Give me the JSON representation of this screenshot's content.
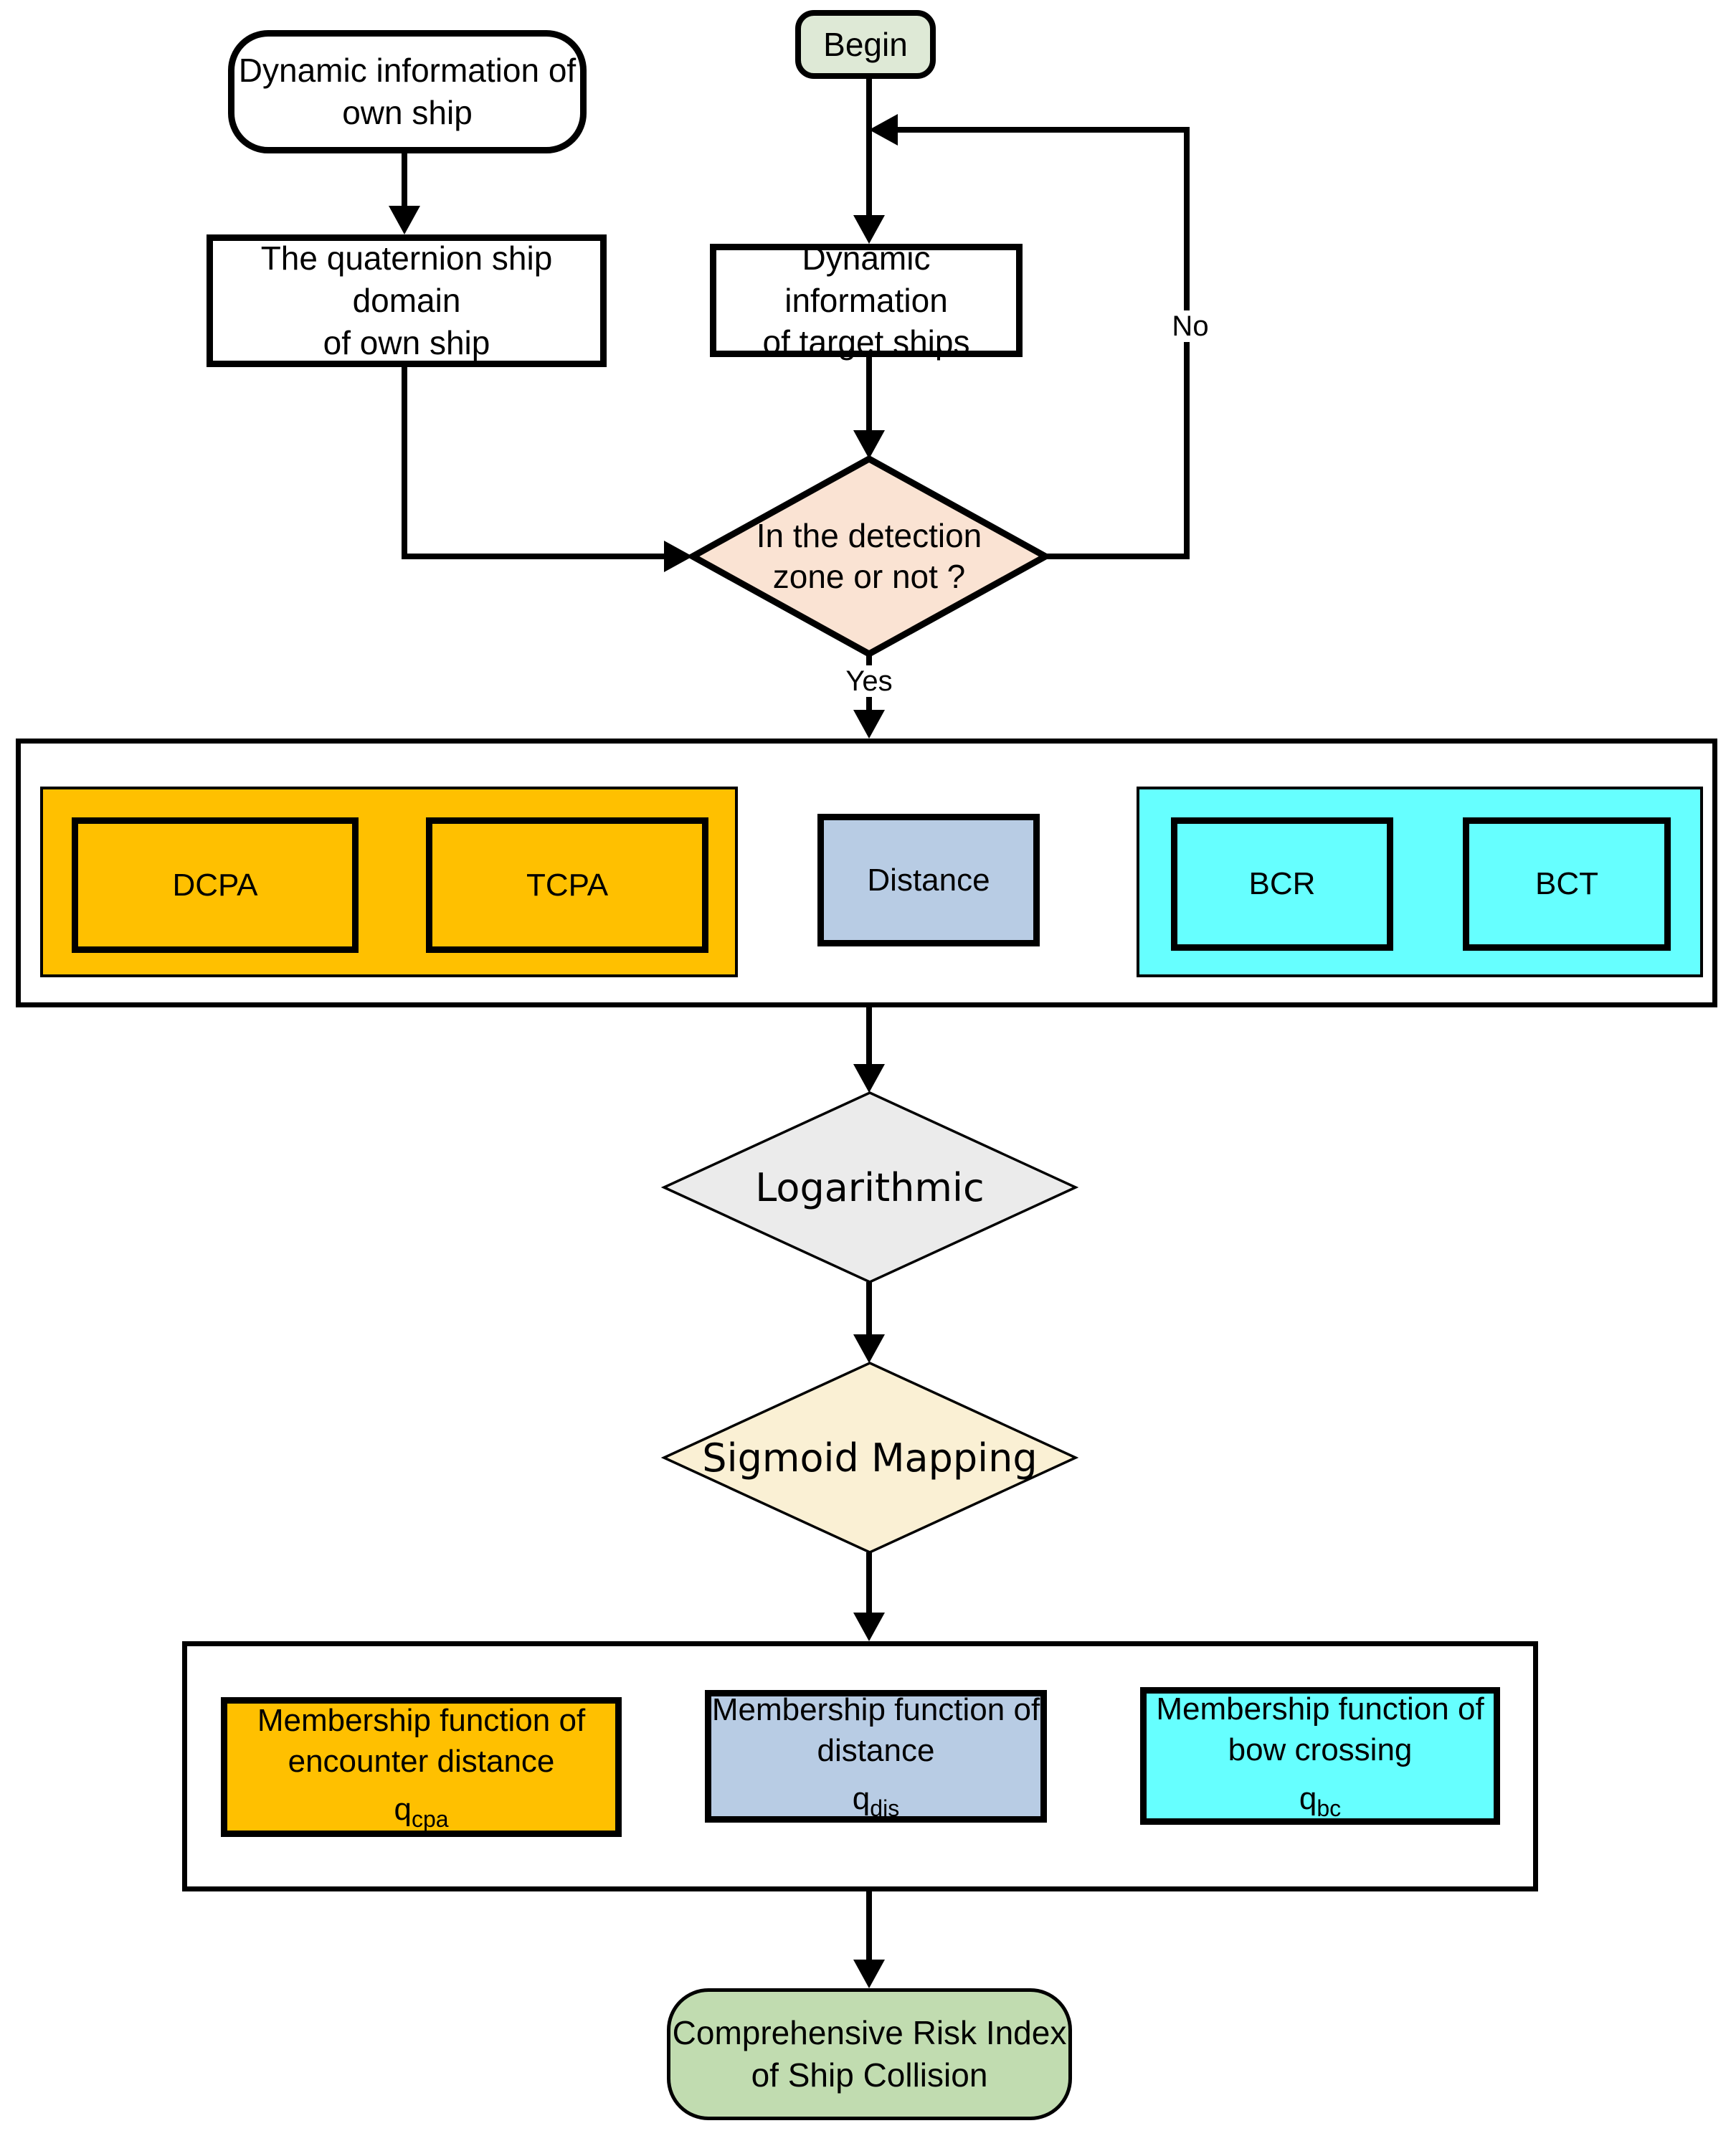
{
  "flowchart": {
    "nodes": {
      "begin": "Begin",
      "own_ship_info": {
        "line1": "Dynamic information of",
        "line2": "own ship"
      },
      "quaternion_domain": {
        "line1": "The quaternion ship domain",
        "line2": "of own ship"
      },
      "target_ship_info": {
        "line1": "Dynamic information",
        "line2": "of target ships"
      },
      "detection_decision": {
        "line1": "In the detection",
        "line2": "zone or not ?"
      },
      "dcpa": "DCPA",
      "tcpa": "TCPA",
      "distance": "Distance",
      "bcr": "BCR",
      "bct": "BCT",
      "logarithmic": "Logarithmic",
      "sigmoid_mapping": "Sigmoid Mapping",
      "membership_cpa": {
        "line1": "Membership function of",
        "line2": "encounter distance",
        "symbol": "q",
        "subscript": "cpa"
      },
      "membership_dis": {
        "line1": "Membership function of",
        "line2": "distance",
        "symbol": "q",
        "subscript": "dis"
      },
      "membership_bc": {
        "line1": "Membership function of",
        "line2": "bow crossing",
        "symbol": "q",
        "subscript": "bc"
      },
      "risk_index": {
        "line1": "Comprehensive Risk Index",
        "line2": "of Ship Collision"
      }
    },
    "edge_labels": {
      "yes": "Yes",
      "no": "No"
    },
    "colors": {
      "begin_fill": "#DEE9D6",
      "risk_fill": "#C1DCB0",
      "decision_fill": "#FAE3D3",
      "gold_fill": "#FFC000",
      "blue_fill": "#B8CCE4",
      "cyan_fill": "#66FFFF",
      "logarithmic_fill": "#EBEBEB",
      "sigmoid_fill": "#FAF0D4",
      "line_color": "#000000"
    }
  }
}
